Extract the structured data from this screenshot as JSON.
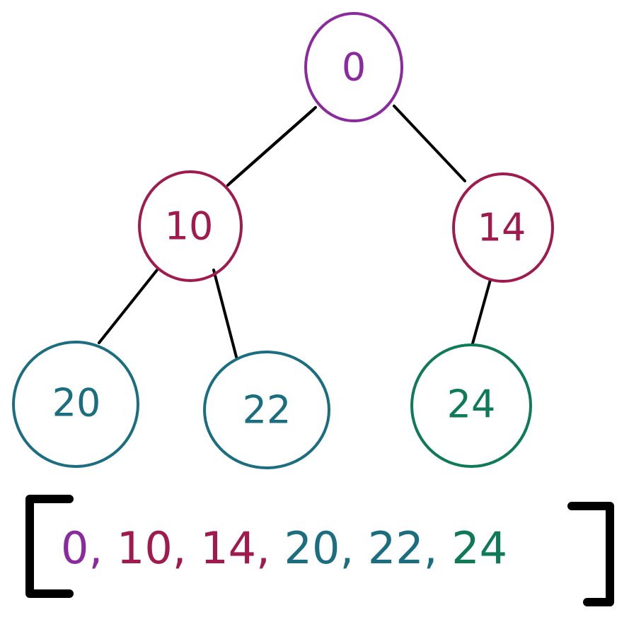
{
  "colors": {
    "root": "#8a2a9e",
    "level1": "#a01a4e",
    "level2": "#1a6e80",
    "leaf_green": "#0e7a56",
    "edge": "#000000"
  },
  "nodes": [
    {
      "id": "n0",
      "label": "0",
      "color": "root"
    },
    {
      "id": "n10",
      "label": "10",
      "color": "level1"
    },
    {
      "id": "n14",
      "label": "14",
      "color": "level1"
    },
    {
      "id": "n20",
      "label": "20",
      "color": "level2"
    },
    {
      "id": "n22",
      "label": "22",
      "color": "level2"
    },
    {
      "id": "n24",
      "label": "24",
      "color": "leaf_green"
    }
  ],
  "edges": [
    {
      "from": "n0",
      "to": "n10"
    },
    {
      "from": "n0",
      "to": "n14"
    },
    {
      "from": "n10",
      "to": "n20"
    },
    {
      "from": "n10",
      "to": "n22"
    },
    {
      "from": "n14",
      "to": "n24"
    }
  ],
  "array": {
    "items": [
      {
        "value": "0",
        "color": "root"
      },
      {
        "value": "10",
        "color": "level1"
      },
      {
        "value": "14",
        "color": "level1"
      },
      {
        "value": "20",
        "color": "level2"
      },
      {
        "value": "22",
        "color": "level2"
      },
      {
        "value": "24",
        "color": "leaf_green"
      }
    ]
  }
}
